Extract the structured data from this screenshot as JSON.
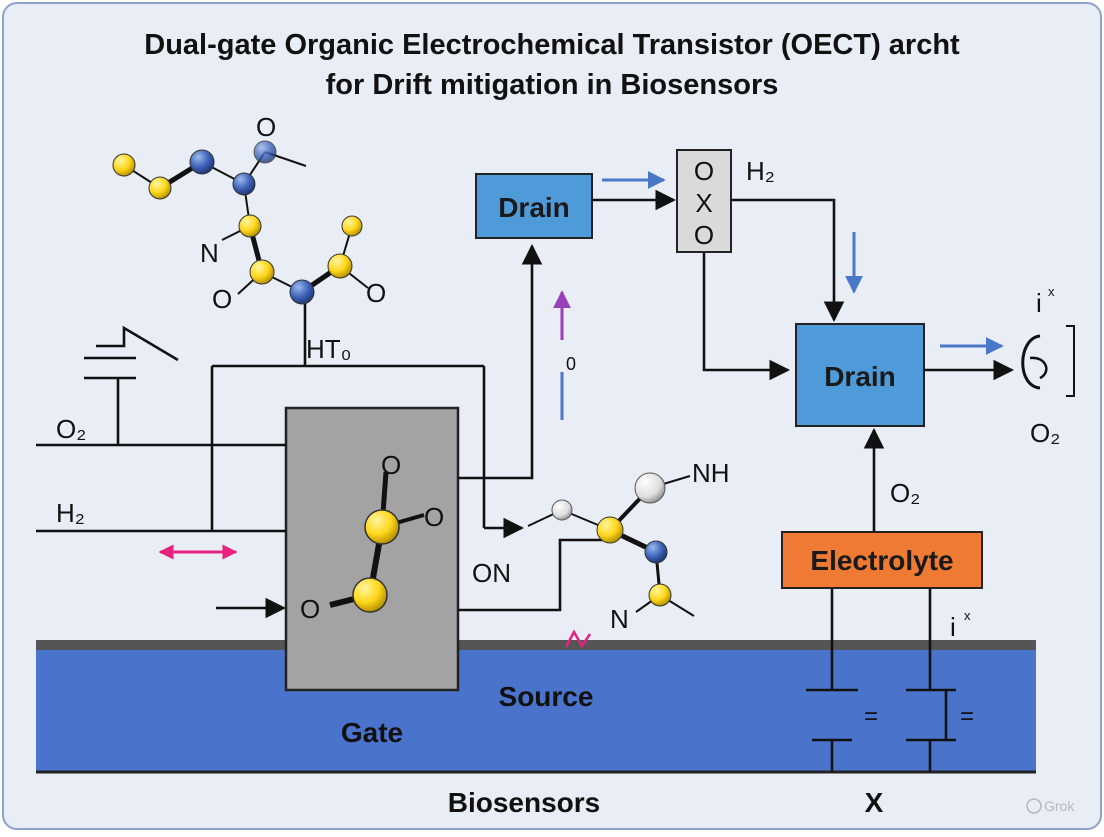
{
  "title": {
    "line1": "Dual-gate Organic Electrochemical Transistor (OECT) archt",
    "line2": "for Drift mitigation in Biosensors"
  },
  "boxes": {
    "drain_top": "Drain",
    "drain_right": "Drain",
    "electrolyte": "Electrolyte",
    "gate": "Gate",
    "source": "Source",
    "ox_box": [
      "O",
      "X",
      "O"
    ]
  },
  "labels": {
    "h2_top": "H₂",
    "o2_left": "O₂",
    "h2_left": "H₂",
    "ht0": "HT₀",
    "on": "ON",
    "o2_mid": "O₂",
    "o2_right": "O₂",
    "zero": "0",
    "i_top": "i",
    "i_top_sup": "x",
    "i_bottom": "i",
    "i_bottom_sup": "x",
    "eq1": "=",
    "eq2": "=",
    "bottom_left": "Biosensors",
    "bottom_right": "X",
    "watermark": "Grok"
  },
  "molecule_top": {
    "atoms": [
      "O",
      "N",
      "O",
      "O"
    ]
  },
  "molecule_gate": {
    "atoms": [
      "O",
      "O",
      "O"
    ]
  },
  "molecule_right": {
    "atoms": [
      "NH",
      "N"
    ]
  },
  "colors": {
    "background": "#e9edf5",
    "box_blue": "#4f9ad8",
    "electrolyte": "#ee7a34",
    "gate_gray": "#a3a3a3",
    "substrate_blue": "#4a74cc",
    "atom_yellow": "#ffd61a",
    "atom_blue": "#3d63b8",
    "atom_white": "#e6e6e6",
    "arrow_blue": "#4a78c8",
    "arrow_pink": "#e8207f",
    "arrow_purple": "#9a40b8"
  }
}
